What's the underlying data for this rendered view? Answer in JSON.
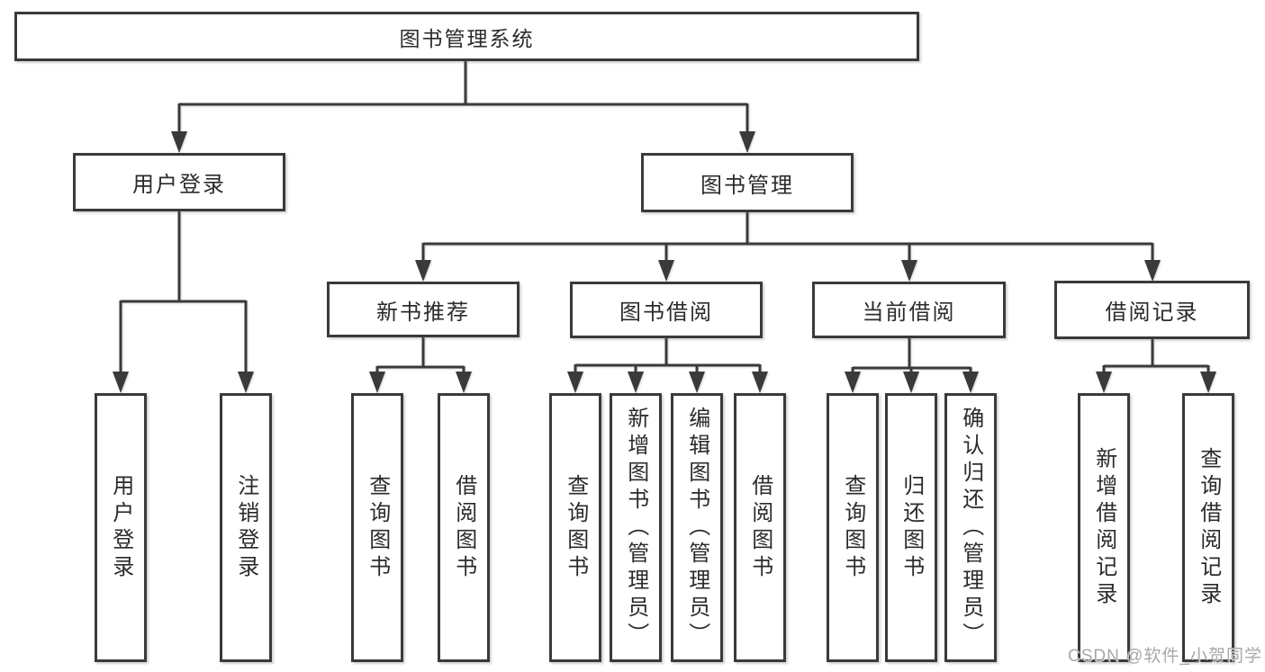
{
  "diagram": {
    "title": "图书管理系统",
    "watermark": "CSDN @软件_小贺同学",
    "colors": {
      "line": "#3a3a3a",
      "box_border": "#3a3a3a",
      "text": "#2b2b2b",
      "watermark": "#a8a8a8",
      "background": "#ffffff"
    },
    "nodes": {
      "root": "图书管理系统",
      "user_login": "用户登录",
      "book_management": "图书管理",
      "new_book_recommend": "新书推荐",
      "book_borrow": "图书借阅",
      "current_borrow": "当前借阅",
      "borrow_records": "借阅记录",
      "leaf_user_login": "用户登录",
      "leaf_logout": "注销登录",
      "leaf_recommend_query": "查询图书",
      "leaf_recommend_borrow": "借阅图书",
      "leaf_borrow_query": "查询图书",
      "leaf_borrow_add": "新增图书（管理员）",
      "leaf_borrow_edit": "编辑图书（管理员）",
      "leaf_borrow_do": "借阅图书",
      "leaf_current_query": "查询图书",
      "leaf_current_return": "归还图书",
      "leaf_current_confirm": "确认归还（管理员）",
      "leaf_records_add": "新增借阅记录",
      "leaf_records_query": "查询借阅记录"
    }
  }
}
